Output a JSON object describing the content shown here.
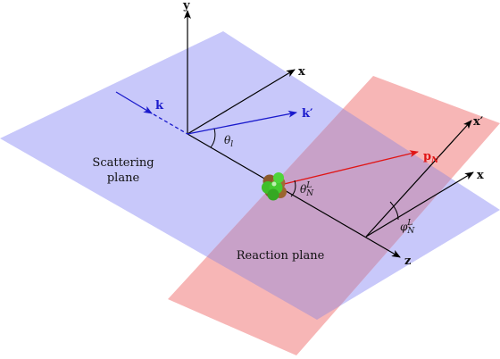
{
  "labels": {
    "y_axis": "y",
    "x_axis_upper": "x",
    "x_axis_lower": "x",
    "x_prime": "x",
    "x_prime_mark": "′",
    "z_axis": "z",
    "k": "k",
    "k_prime": "k",
    "k_prime_mark": "′",
    "p": "p",
    "p_sub": "N",
    "theta_l": "θ",
    "theta_l_sub": "l",
    "theta_N": "θ",
    "theta_N_sub": "N",
    "theta_N_sup": "L",
    "phi_N": "φ",
    "phi_N_sub": "N",
    "phi_N_sup": "L",
    "scattering_plane_line1": "Scattering",
    "scattering_plane_line2": "plane",
    "reaction_plane": "Reaction plane"
  },
  "colors": {
    "scattering_plane": "#c8c8fa",
    "reaction_plane": "#f7b6b6",
    "overlap": "#c8a1c8",
    "k_vectors": "#1a1acc",
    "p_vector": "#e01515",
    "axes": "#000000",
    "nucleus_green": "#3fbf2a",
    "nucleus_brown": "#8b5a2b"
  }
}
